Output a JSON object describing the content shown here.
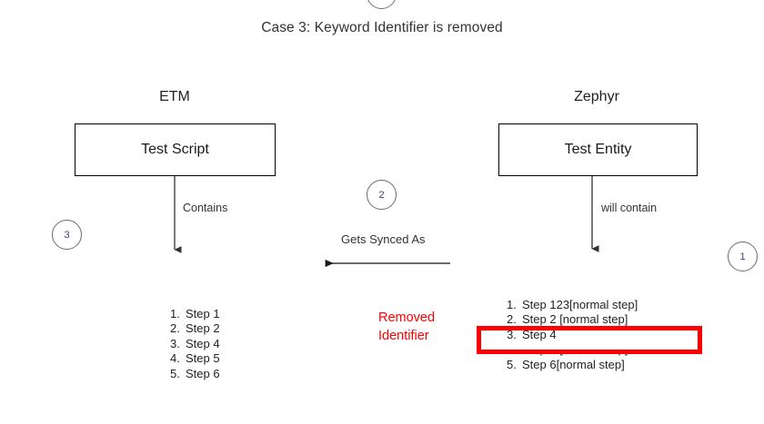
{
  "title": "Case 3: Keyword Identifier is removed",
  "columns": {
    "left": {
      "heading": "ETM",
      "box_label": "Test Script",
      "edge_label": "Contains",
      "marker": "3",
      "steps": [
        {
          "num": "1.",
          "text": "Step 1"
        },
        {
          "num": "2.",
          "text": "Step 2"
        },
        {
          "num": "3.",
          "text": "Step 4"
        },
        {
          "num": "4.",
          "text": "Step 5"
        },
        {
          "num": "5.",
          "text": "Step 6"
        }
      ]
    },
    "right": {
      "heading": "Zephyr",
      "box_label": "Test Entity",
      "edge_label": "will contain",
      "marker": "1",
      "steps": [
        {
          "num": "1.",
          "text": "Step 123[normal step]"
        },
        {
          "num": "2.",
          "text": "Step 2 [normal step]"
        },
        {
          "num": "3.",
          "text": "Step 4"
        },
        {
          "num": "4.",
          "text": "Step 5 [normal step]"
        },
        {
          "num": "5.",
          "text": "Step 6[normal step]"
        }
      ]
    }
  },
  "sync": {
    "label": "Gets Synced As",
    "marker": "2"
  },
  "annotation": {
    "line1": "Removed",
    "line2": "Identifier",
    "highlighted_step_num": "3.",
    "highlighted_step_text": "Step 4",
    "color": "#ff0000"
  },
  "colors": {
    "stroke": "#000000",
    "arrow": "#4d4d4d",
    "marker_border": "#6b6b6b",
    "text": "#222222",
    "accent_red": "#ff0000",
    "background": "#ffffff"
  }
}
